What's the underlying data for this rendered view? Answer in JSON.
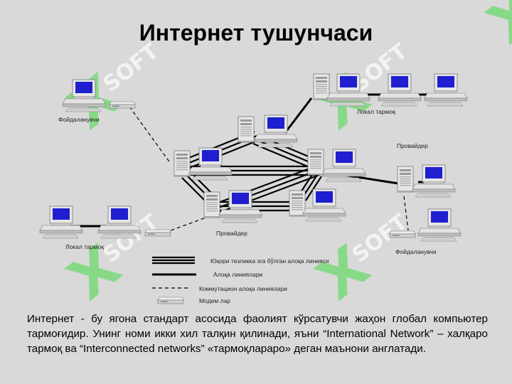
{
  "slide": {
    "title": "Интернет тушунчаси",
    "description": "Интернет - бу ягона стандарт асосида фаолият кўрсатувчи жаҳон глобал компьютер тармоғидир. Унинг номи икки хил талқин қилинади, яъни “International Network” – халқаро тармоқ ва “Interconnected networks” «тармоқлараро» деган маънони англатади."
  },
  "diagram": {
    "labels": {
      "user_top_left": "Фойдаланувчи",
      "local_net_top": "Локал тармоқ",
      "provider_right": "Провайдер",
      "provider_bottom": "Провайдер",
      "local_net_left": "Локал тармоқ",
      "user_bottom_right": "Фойдаланувчи"
    },
    "legend": {
      "high_speed": "Юқори тезликка эга бўлган алоқа линияси",
      "link": "Алоқа линиялари",
      "switched": "Коммутацион алоқа линиялари",
      "modem": "Модем лар"
    }
  },
  "colors": {
    "background": "#d9d9d9",
    "screen": "#1f1fd0",
    "case": "#e6e6e6",
    "watermark": "#78d878"
  }
}
